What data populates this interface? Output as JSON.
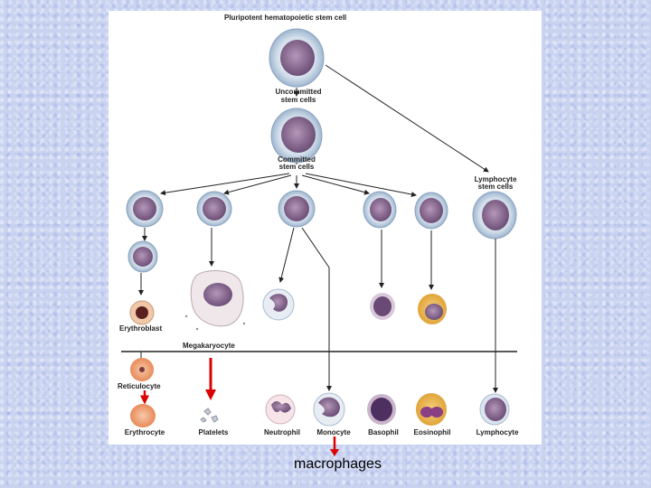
{
  "diagram": {
    "title": "Pluripotent hematopoietic stem cell",
    "uncommitted": [
      "Uncommitted",
      "stem cells"
    ],
    "committed": [
      "Committed",
      "stem cells"
    ],
    "lymphocyte_stem": [
      "Lymphocyte",
      "stem cells"
    ],
    "erythroblast": "Erythroblast",
    "megakaryocyte": "Megakaryocyte",
    "reticulocyte": "Reticulocyte",
    "erythrocyte": "Erythrocyte",
    "platelets": "Platelets",
    "neutrophil": "Neutrophil",
    "monocyte": "Monocyte",
    "basophil": "Basophil",
    "eosinophil": "Eosinophil",
    "lymphocyte": "Lymphocyte"
  },
  "caption": "macrophages",
  "colors": {
    "highlight_arrow": "#dd0000",
    "stem_cell": "#b8c9dc",
    "nucleus": "#8a6a8f"
  }
}
